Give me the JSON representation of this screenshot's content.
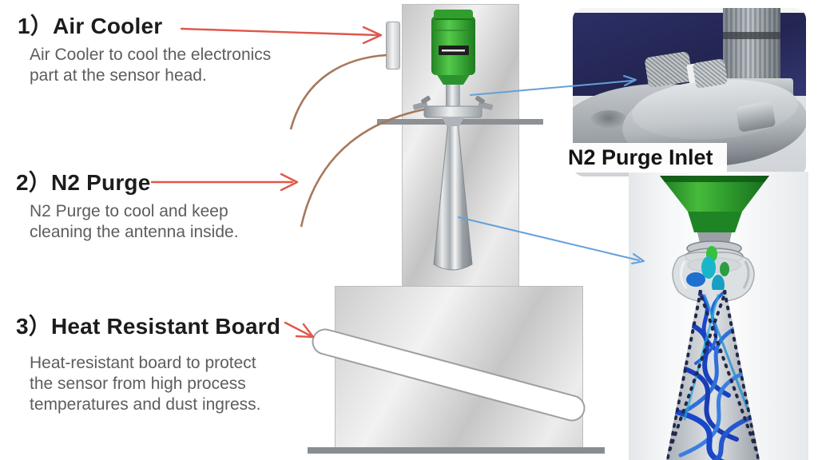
{
  "slide": {
    "annotations": [
      {
        "label": "1）Air Cooler",
        "body": "Air Cooler to cool the electronics\npart at the sensor head."
      },
      {
        "label": "2）N2 Purge",
        "body": "N2 Purge to cool and keep\ncleaning the antenna inside."
      },
      {
        "label": "3）Heat Resistant Board",
        "body": "Heat-resistant board to protect\nthe sensor from high process\ntemperatures and dust ingress."
      }
    ],
    "callouts": {
      "n2_purge_inlet": "N2 Purge Inlet"
    },
    "colors": {
      "arrow_red": "#e0574b",
      "tube_brown": "#a5795c",
      "pointer_blue": "#64a0d8",
      "sensor_green": "#3aa936",
      "heading_text": "#1c1c1c",
      "body_text": "#5d5d5d"
    }
  }
}
